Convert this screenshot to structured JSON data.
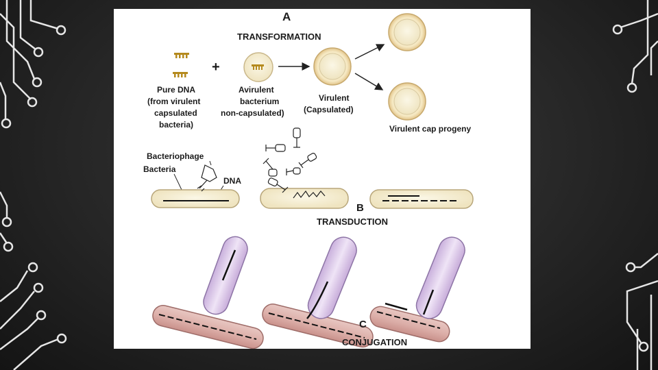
{
  "diagram": {
    "section_a": {
      "letter": "A",
      "title": "TRANSFORMATION",
      "plus": "+",
      "pure_dna_lines": [
        "Pure DNA",
        "(from virulent",
        "capsulated",
        "bacteria)"
      ],
      "avirulent_lines": [
        "Avirulent",
        "bacterium",
        "non-capsulated)"
      ],
      "virulent_lines": [
        "Virulent",
        "(Capsulated)"
      ],
      "progeny_label": "Virulent cap progeny"
    },
    "section_b": {
      "letter": "B",
      "title": "TRANSDUCTION",
      "bacteriophage_label": "Bacteriophage",
      "bacteria_label": "Bacteria",
      "dna_label": "DNA"
    },
    "section_c": {
      "letter": "C",
      "title": "CONJUGATION"
    },
    "colors": {
      "bacterium_fill": "#f3ecd1",
      "capsule_ring": "#e9d6a8",
      "dna_fragment": "#b58a1e",
      "donor_cell": "#dcc8e6",
      "recipient_cell": "#dfb3ae",
      "slide_background": "#262626",
      "circuit_lines": "#e6e6e6"
    }
  }
}
